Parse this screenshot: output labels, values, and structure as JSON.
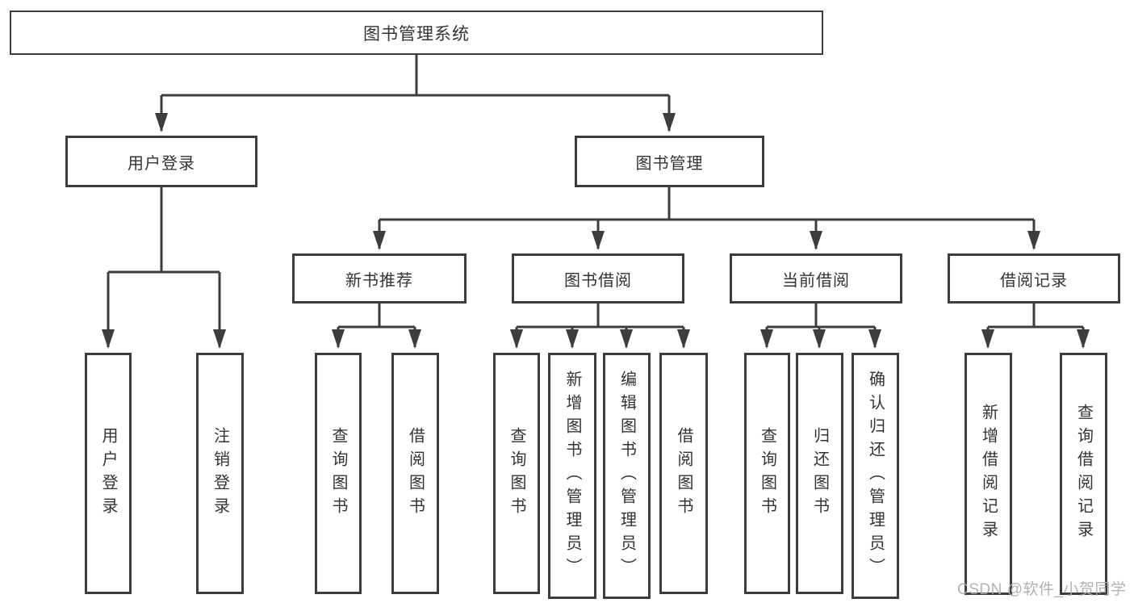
{
  "diagram": {
    "root": "图书管理系统",
    "user_login": {
      "label": "用户登录",
      "leaves": [
        "用户登录",
        "注销登录"
      ]
    },
    "book_mgmt": {
      "label": "图书管理",
      "sections": [
        {
          "label": "新书推荐",
          "leaves": [
            "查询图书",
            "借阅图书"
          ]
        },
        {
          "label": "图书借阅",
          "leaves": [
            "查询图书",
            "新增图书（管理员）",
            "编辑图书（管理员）",
            "借阅图书"
          ]
        },
        {
          "label": "当前借阅",
          "leaves": [
            "查询图书",
            "归还图书",
            "确认归还（管理员）"
          ]
        },
        {
          "label": "借阅记录",
          "leaves": [
            "新增借阅记录",
            "查询借阅记录"
          ]
        }
      ]
    }
  },
  "watermark": "CSDN @软件_小贺同学",
  "colors": {
    "line": "#3d3d3d",
    "box_border": "#3d3d3d",
    "text": "#333333",
    "watermark": "#ababab",
    "background": "#ffffff"
  }
}
